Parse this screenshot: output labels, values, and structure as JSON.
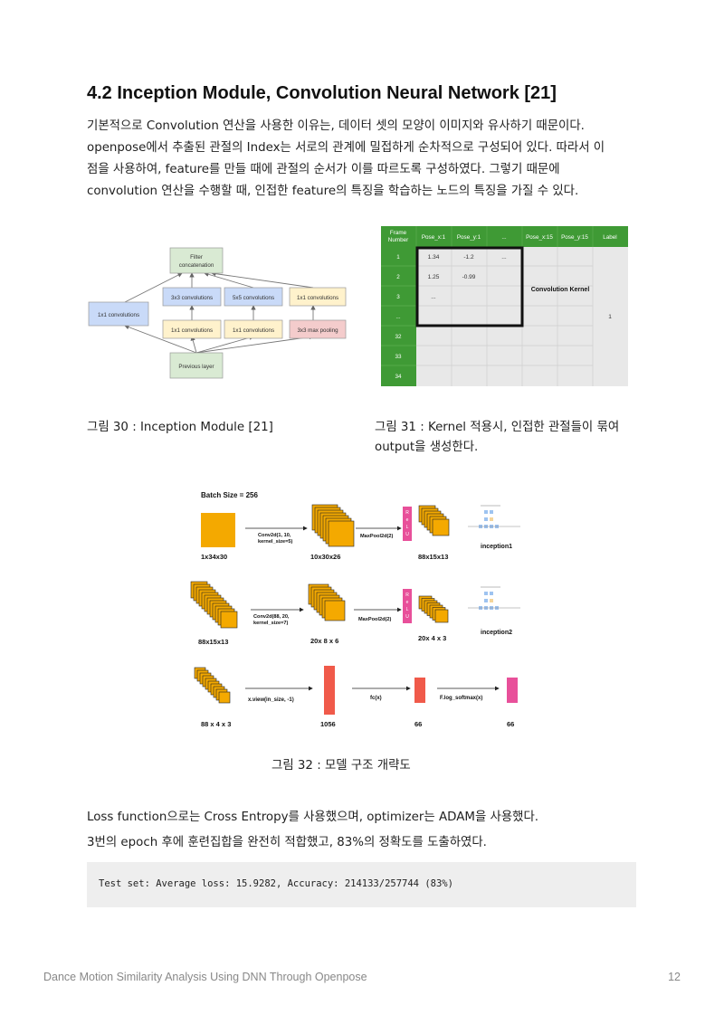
{
  "section": {
    "title": "4.2 Inception Module, Convolution Neural Network [21]",
    "paragraph_lines": [
      "기본적으로 Convolution 연산을 사용한 이유는, 데이터 셋의 모양이 이미지와 유사하기 때문이다.",
      "openpose에서 추출된 관절의 Index는 서로의 관계에 밀접하게 순차적으로 구성되어 있다. 따라서 이",
      "점을 사용하여, feature를 만들 때에 관절의 순서가 이를 따르도록 구성하였다. 그렇기 때문에",
      "convolution 연산을 수행할 때, 인접한 feature의 특징을 학습하는 노드의 특징을 가질 수 있다."
    ]
  },
  "figure30": {
    "caption": "그림 30 : Inception Module [21]",
    "filter_label_1": "Filter",
    "filter_label_2": "concatenation",
    "conv3x3": "3x3 convolutions",
    "conv5x5": "5x5 convolutions",
    "conv1x1_top": "1x1 convolutions",
    "conv1x1_left": "1x1 convolutions",
    "conv1x1_a": "1x1 convolutions",
    "conv1x1_b": "1x1 convolutions",
    "maxpool": "3x3 max pooling",
    "prev_layer": "Previous layer",
    "colors": {
      "green": "#d9ead3",
      "blue": "#c9daf8",
      "yellow": "#fff2cc",
      "pink": "#f4cccc"
    }
  },
  "figure31": {
    "caption_line1": "그림 31 : Kernel 적용시, 인접한 관절들이 묶여",
    "caption_line2": "output을 생성한다.",
    "headers": [
      "Frame\nNumber",
      "Pose_x:1",
      "Pose_y:1",
      "...",
      "Pose_x:15",
      "Pose_y:15",
      "Label"
    ],
    "row_labels": [
      "1",
      "2",
      "3",
      "...",
      "32",
      "33",
      "34"
    ],
    "cells": [
      [
        "1.34",
        "-1.2",
        "..."
      ],
      [
        "1.25",
        "-0.99",
        ""
      ],
      [
        "...",
        "",
        ""
      ]
    ],
    "kernel_label": "Convolution Kernel",
    "label_value": "1",
    "colors": {
      "header": "#3f9a35",
      "cell": "#e8e8e8"
    }
  },
  "figure32": {
    "caption": "그림 32 : 모델 구조 개략도",
    "batch_size": "Batch Size = 256",
    "row1": {
      "in": "1x34x30",
      "op1_a": "Conv2d(1, 10,",
      "op1_b": "kernel_size=5)",
      "mid": "10x30x26",
      "pool": "MaxPool2d(2)",
      "out": "88x15x13",
      "inception": "inception1"
    },
    "row2": {
      "in": "88x15x13",
      "op1_a": "Conv2d(88, 20,",
      "op1_b": "kernel_size=7)",
      "mid": "20x 8 x 6",
      "pool": "MaxPool2d(2)",
      "out": "20x 4 x 3",
      "inception": "inception2"
    },
    "row3": {
      "in": "88 x 4 x 3",
      "op1": "x.view(in_size, -1)",
      "mid": "1056",
      "op2": "fc(x)",
      "fc_out": "66",
      "op3": "F.log_softmax(x)",
      "final": "66"
    },
    "relu": [
      "R",
      "e",
      "L",
      "U"
    ],
    "colors": {
      "tensor": "#f4a900",
      "vector": "#f05a4a",
      "relu": "#e8509a",
      "softmax": "#e8509a"
    }
  },
  "body2": {
    "line1": "Loss function으로는 Cross Entropy를 사용했으며, optimizer는 ADAM을 사용했다.",
    "line2": "3번의 epoch 후에 훈련집합을 완전히 적합했고, 83%의 정확도를 도출하였다."
  },
  "code": "Test set: Average loss: 15.9282, Accuracy: 214133/257744 (83%)",
  "footer": {
    "title": "Dance Motion Similarity Analysis Using DNN Through Openpose",
    "page": "12"
  }
}
